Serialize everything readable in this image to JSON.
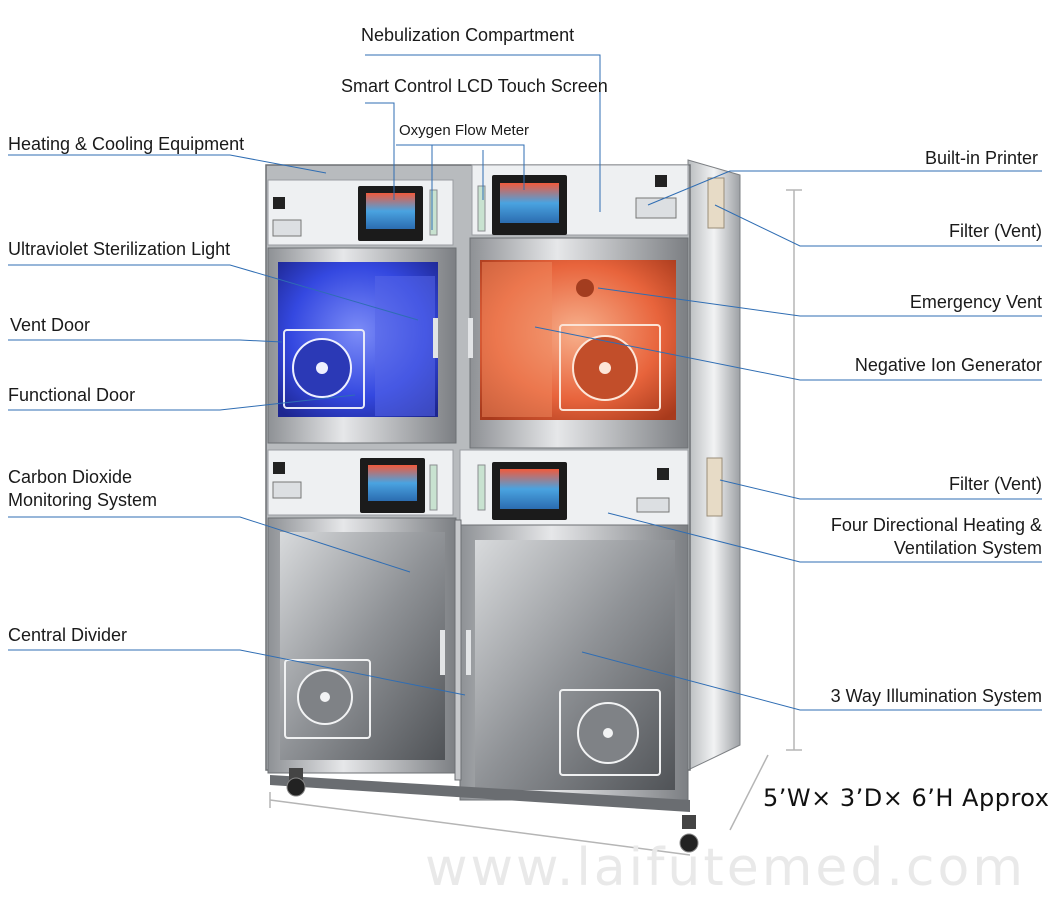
{
  "labels": {
    "nebulization_compartment": "Nebulization Compartment",
    "smart_control_lcd": "Smart Control LCD Touch Screen",
    "oxygen_flow_meter": "Oxygen Flow Meter",
    "heating_cooling": "Heating & Cooling Equipment",
    "uv_light": "Ultraviolet Sterilization Light",
    "vent_door": "Vent Door",
    "functional_door": "Functional Door",
    "co2_line1": "Carbon Dioxide",
    "co2_line2": "Monitoring System",
    "central_divider": "Central Divider",
    "builtin_printer": "Built-in Printer",
    "filter_vent_top": "Filter (Vent)",
    "emergency_vent": "Emergency Vent",
    "negative_ion": "Negative Ion Generator",
    "filter_vent_mid": "Filter (Vent)",
    "four_dir_line1": "Four Directional Heating &",
    "four_dir_line2": "Ventilation System",
    "three_way": "3 Way Illumination System"
  },
  "dimensions": "5’W× 3’D× 6’H Approx",
  "watermark": "www.laifutemed.com",
  "colors": {
    "leader_line": "#2f6db3",
    "steel_light": "#d9dadc",
    "steel_dark": "#6f7276",
    "panel_white": "#eceff1",
    "uv_glow": "#3448e0",
    "orange_glow": "#e8643c"
  }
}
